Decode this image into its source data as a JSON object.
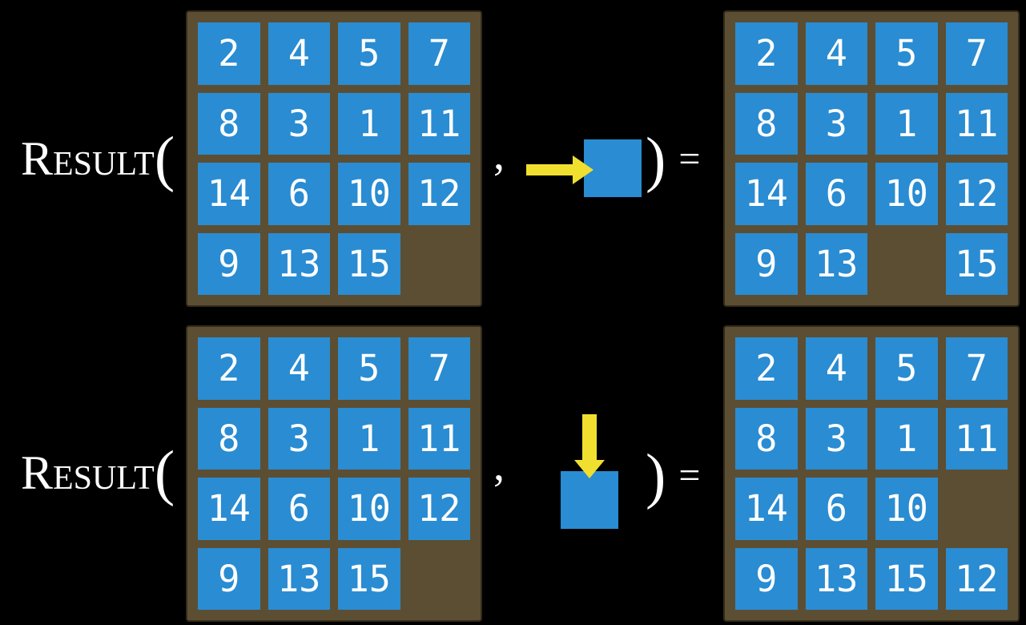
{
  "figure": {
    "function_label": "Result",
    "open_paren": "(",
    "comma": ",",
    "close_paren": ")",
    "equals": "=",
    "colors": {
      "background": "#000000",
      "board": "#5C4E32",
      "tile": "#2A8CD2",
      "tile_text": "#FFFFFF",
      "arrow": "#F1DF30",
      "label_text": "#FFFFFF"
    },
    "rows": [
      {
        "id": "move-right-example",
        "action": {
          "direction": "right",
          "icon": "right-arrow-into-tile"
        },
        "input_grid": [
          [
            "2",
            "4",
            "5",
            "7"
          ],
          [
            "8",
            "3",
            "1",
            "11"
          ],
          [
            "14",
            "6",
            "10",
            "12"
          ],
          [
            "9",
            "13",
            "15",
            ""
          ]
        ],
        "output_grid": [
          [
            "2",
            "4",
            "5",
            "7"
          ],
          [
            "8",
            "3",
            "1",
            "11"
          ],
          [
            "14",
            "6",
            "10",
            "12"
          ],
          [
            "9",
            "13",
            "",
            "15"
          ]
        ]
      },
      {
        "id": "move-down-example",
        "action": {
          "direction": "down",
          "icon": "down-arrow-into-tile"
        },
        "input_grid": [
          [
            "2",
            "4",
            "5",
            "7"
          ],
          [
            "8",
            "3",
            "1",
            "11"
          ],
          [
            "14",
            "6",
            "10",
            "12"
          ],
          [
            "9",
            "13",
            "15",
            ""
          ]
        ],
        "output_grid": [
          [
            "2",
            "4",
            "5",
            "7"
          ],
          [
            "8",
            "3",
            "1",
            "11"
          ],
          [
            "14",
            "6",
            "10",
            ""
          ],
          [
            "9",
            "13",
            "15",
            "12"
          ]
        ]
      }
    ]
  }
}
